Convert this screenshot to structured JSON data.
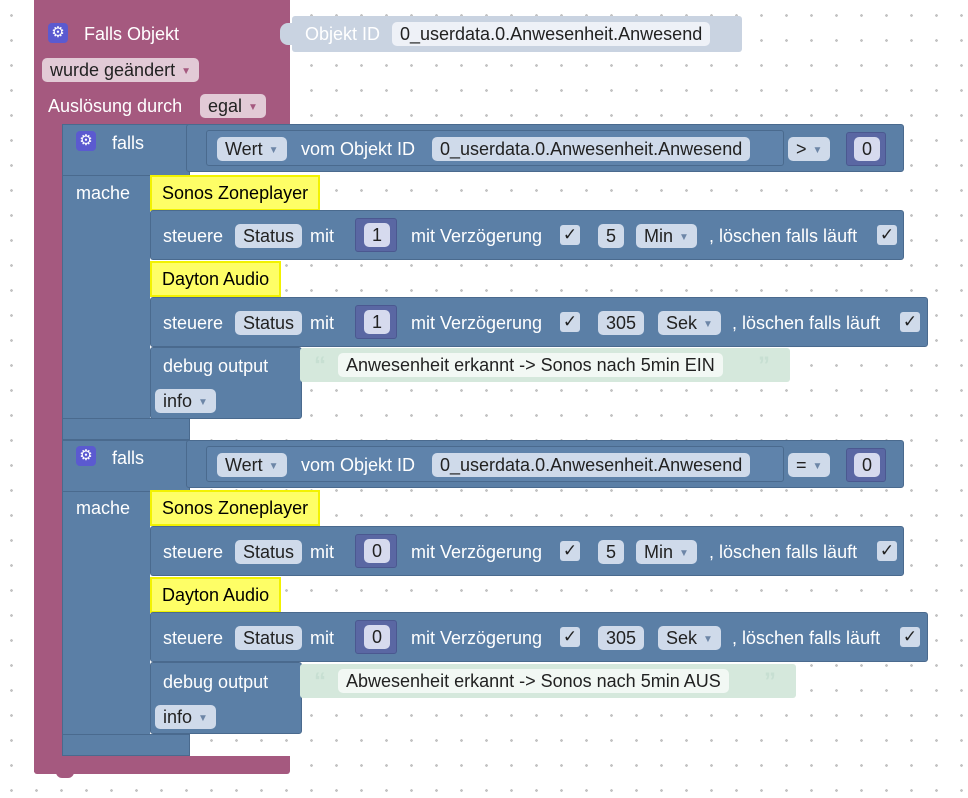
{
  "trigger": {
    "title": "Falls Objekt",
    "object_label": "Objekt ID",
    "object_id": "0_userdata.0.Anwesenheit.Anwesend",
    "condition": "wurde geändert",
    "trigger_label": "Auslösung durch",
    "trigger_value": "egal"
  },
  "blocks": [
    {
      "if_label": "falls",
      "do_label": "mache",
      "cond_type": "Wert",
      "cond_of": "vom Objekt ID",
      "cond_object": "0_userdata.0.Anwesenheit.Anwesend",
      "operator": ">",
      "compare_value": "0",
      "devices": [
        {
          "name": "Sonos Zoneplayer",
          "control_label": "steuere",
          "property": "Status",
          "with_label": "mit",
          "value": "1",
          "delay_label": "mit Verzögerung",
          "delay_checked": "✓",
          "delay_value": "5",
          "delay_unit": "Min",
          "clear_label": ", löschen falls läuft",
          "clear_checked": "✓"
        },
        {
          "name": "Dayton Audio",
          "control_label": "steuere",
          "property": "Status",
          "with_label": "mit",
          "value": "1",
          "delay_label": "mit Verzögerung",
          "delay_checked": "✓",
          "delay_value": "305",
          "delay_unit": "Sek",
          "clear_label": ", löschen falls läuft",
          "clear_checked": "✓"
        }
      ],
      "debug_label": "debug output",
      "debug_message": "Anwesenheit erkannt -> Sonos nach 5min EIN",
      "debug_level": "info"
    },
    {
      "if_label": "falls",
      "do_label": "mache",
      "cond_type": "Wert",
      "cond_of": "vom Objekt ID",
      "cond_object": "0_userdata.0.Anwesenheit.Anwesend",
      "operator": "=",
      "compare_value": "0",
      "devices": [
        {
          "name": "Sonos Zoneplayer",
          "control_label": "steuere",
          "property": "Status",
          "with_label": "mit",
          "value": "0",
          "delay_label": "mit Verzögerung",
          "delay_checked": "✓",
          "delay_value": "5",
          "delay_unit": "Min",
          "clear_label": ", löschen falls läuft",
          "clear_checked": "✓"
        },
        {
          "name": "Dayton Audio",
          "control_label": "steuere",
          "property": "Status",
          "with_label": "mit",
          "value": "0",
          "delay_label": "mit Verzögerung",
          "delay_checked": "✓",
          "delay_value": "305",
          "delay_unit": "Sek",
          "clear_label": ", löschen falls läuft",
          "clear_checked": "✓"
        }
      ],
      "debug_label": "debug output",
      "debug_message": "Abwesenheit erkannt -> Sonos nach 5min AUS",
      "debug_level": "info"
    }
  ],
  "icons": {
    "gear": "⚙",
    "caret": "▼",
    "quote_open": "“",
    "quote_close": "”"
  },
  "colors": {
    "event_block": "#a5597f",
    "logic_block": "#5b7fa6",
    "number_block": "#5a67a3",
    "device_highlight": "#fefe66",
    "text_block": "#d5e8dc"
  }
}
